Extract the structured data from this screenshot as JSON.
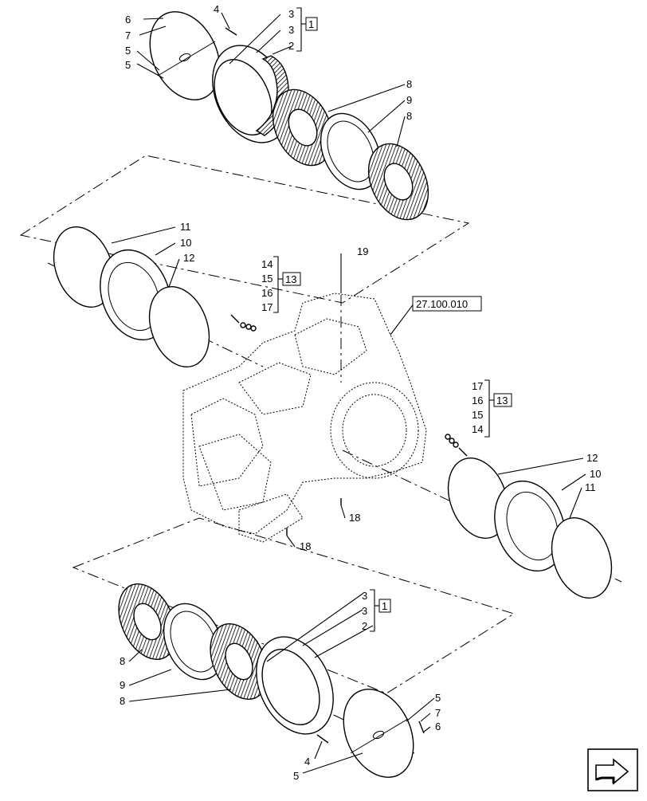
{
  "callouts": {
    "c6_top": "6",
    "c7_top": "7",
    "c5_top_a": "5",
    "c5_top_b": "5",
    "c4_top": "4",
    "c3_top_a": "3",
    "c3_top_b": "3",
    "c2_top": "2",
    "c1_top": "1",
    "c8_top_a": "8",
    "c9_top": "9",
    "c8_top_b": "8",
    "c11_left": "11",
    "c10_left": "10",
    "c12_left": "12",
    "c14_left": "14",
    "c15_left": "15",
    "c16_left": "16",
    "c17_left": "17",
    "c13_left": "13",
    "c19": "19",
    "ref_code": "27.100.010",
    "c17_right": "17",
    "c16_right": "16",
    "c15_right": "15",
    "c14_right": "14",
    "c13_right": "13",
    "c12_right": "12",
    "c10_right": "10",
    "c11_right": "11",
    "c18_a": "18",
    "c18_b": "18",
    "c3_bot_a": "3",
    "c3_bot_b": "3",
    "c2_bot": "2",
    "c1_bot": "1",
    "c8_bot_a": "8",
    "c9_bot": "9",
    "c8_bot_b": "8",
    "c5_bot_a": "5",
    "c7_bot": "7",
    "c6_bot": "6",
    "c4_bot": "4",
    "c5_bot_b": "5"
  },
  "icons": {
    "nav": "next-page-arrow-icon"
  }
}
